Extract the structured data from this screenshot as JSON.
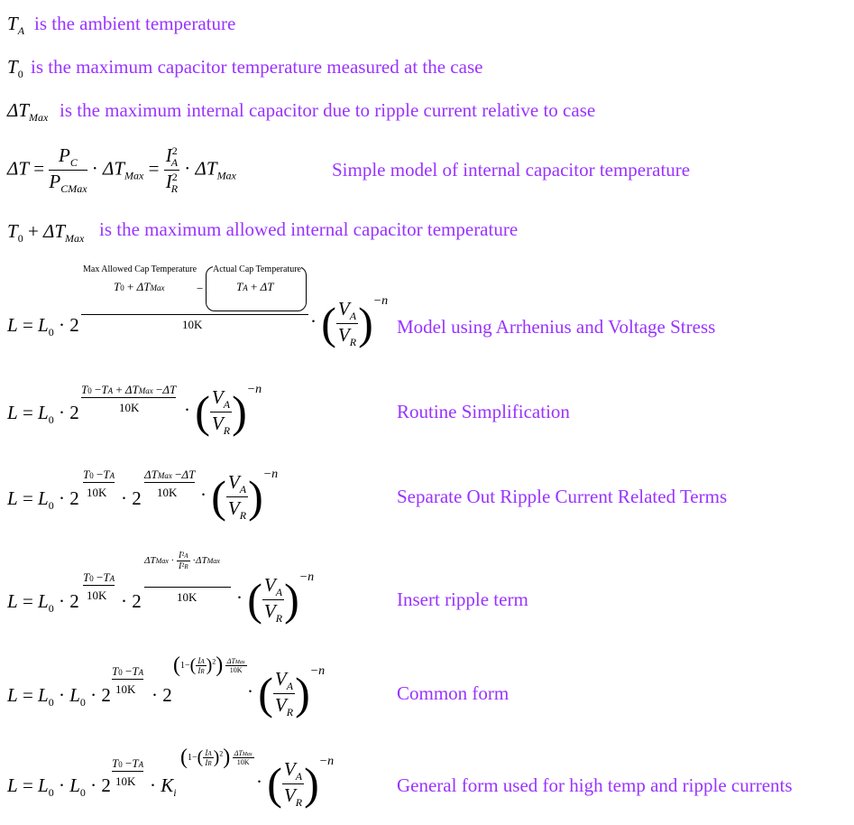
{
  "defs": {
    "ta_text": "is the ambient temperature",
    "t0_text": "is the maximum capacitor temperature measured at the case",
    "dtmax_text": "is the maximum internal capacitor due to ripple current relative to case",
    "simple_model": "Simple model of internal capacitor temperature",
    "allowed_text": "is the maximum allowed internal capacitor temperature"
  },
  "annotations": {
    "max_allowed": "Max Allowed Cap Temperature",
    "actual": "Actual Cap Temperature",
    "ten_k": "10K"
  },
  "equations": [
    {
      "label": "Model using Arrhenius and Voltage Stress"
    },
    {
      "label": "Routine Simplification"
    },
    {
      "label": "Separate Out Ripple Current Related Terms"
    },
    {
      "label": "Insert ripple term"
    },
    {
      "label": "Common form"
    },
    {
      "label": "General form used for high temp and ripple currents"
    }
  ],
  "colors": {
    "note": "#9933ff",
    "math": "#000000"
  }
}
